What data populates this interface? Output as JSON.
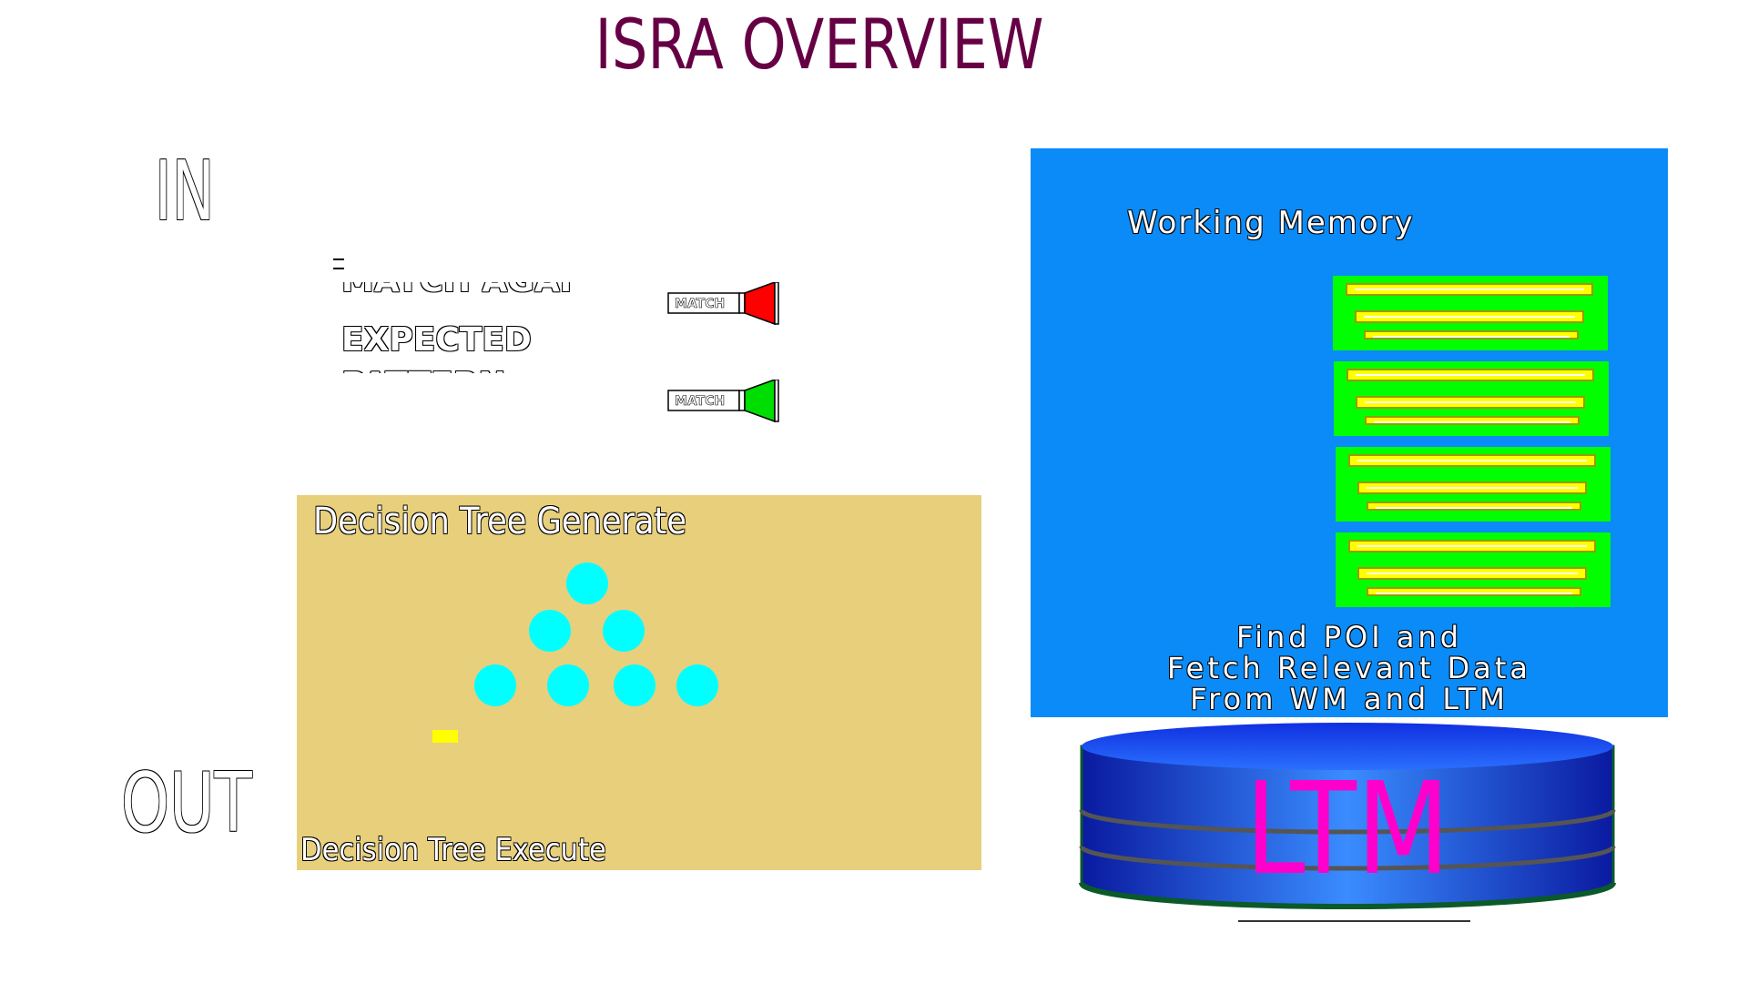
{
  "title": "ISRA OVERVIEW",
  "labels": {
    "in": "IN",
    "out": "OUT"
  },
  "pattern": {
    "line1": "MATCH AGAI",
    "line2": "EXPECTED",
    "line3": "PATTERN"
  },
  "matches": [
    {
      "label": "MATCH",
      "color": "#ff0000"
    },
    {
      "label": "MATCH",
      "color": "#00dd00"
    }
  ],
  "working_memory": {
    "title": "Working Memory",
    "caption_lines": [
      "Find POI and",
      "Fetch Relevant Data",
      "From WM and LTM"
    ],
    "color": "#0a8bf7"
  },
  "decision_tree": {
    "generate_label": "Decision Tree Generate",
    "execute_label": "Decision Tree Execute",
    "color": "#e8cf7c",
    "node_color": "#00ffff"
  },
  "ltm": {
    "label": "LTM",
    "label_color": "#ff00cc"
  }
}
